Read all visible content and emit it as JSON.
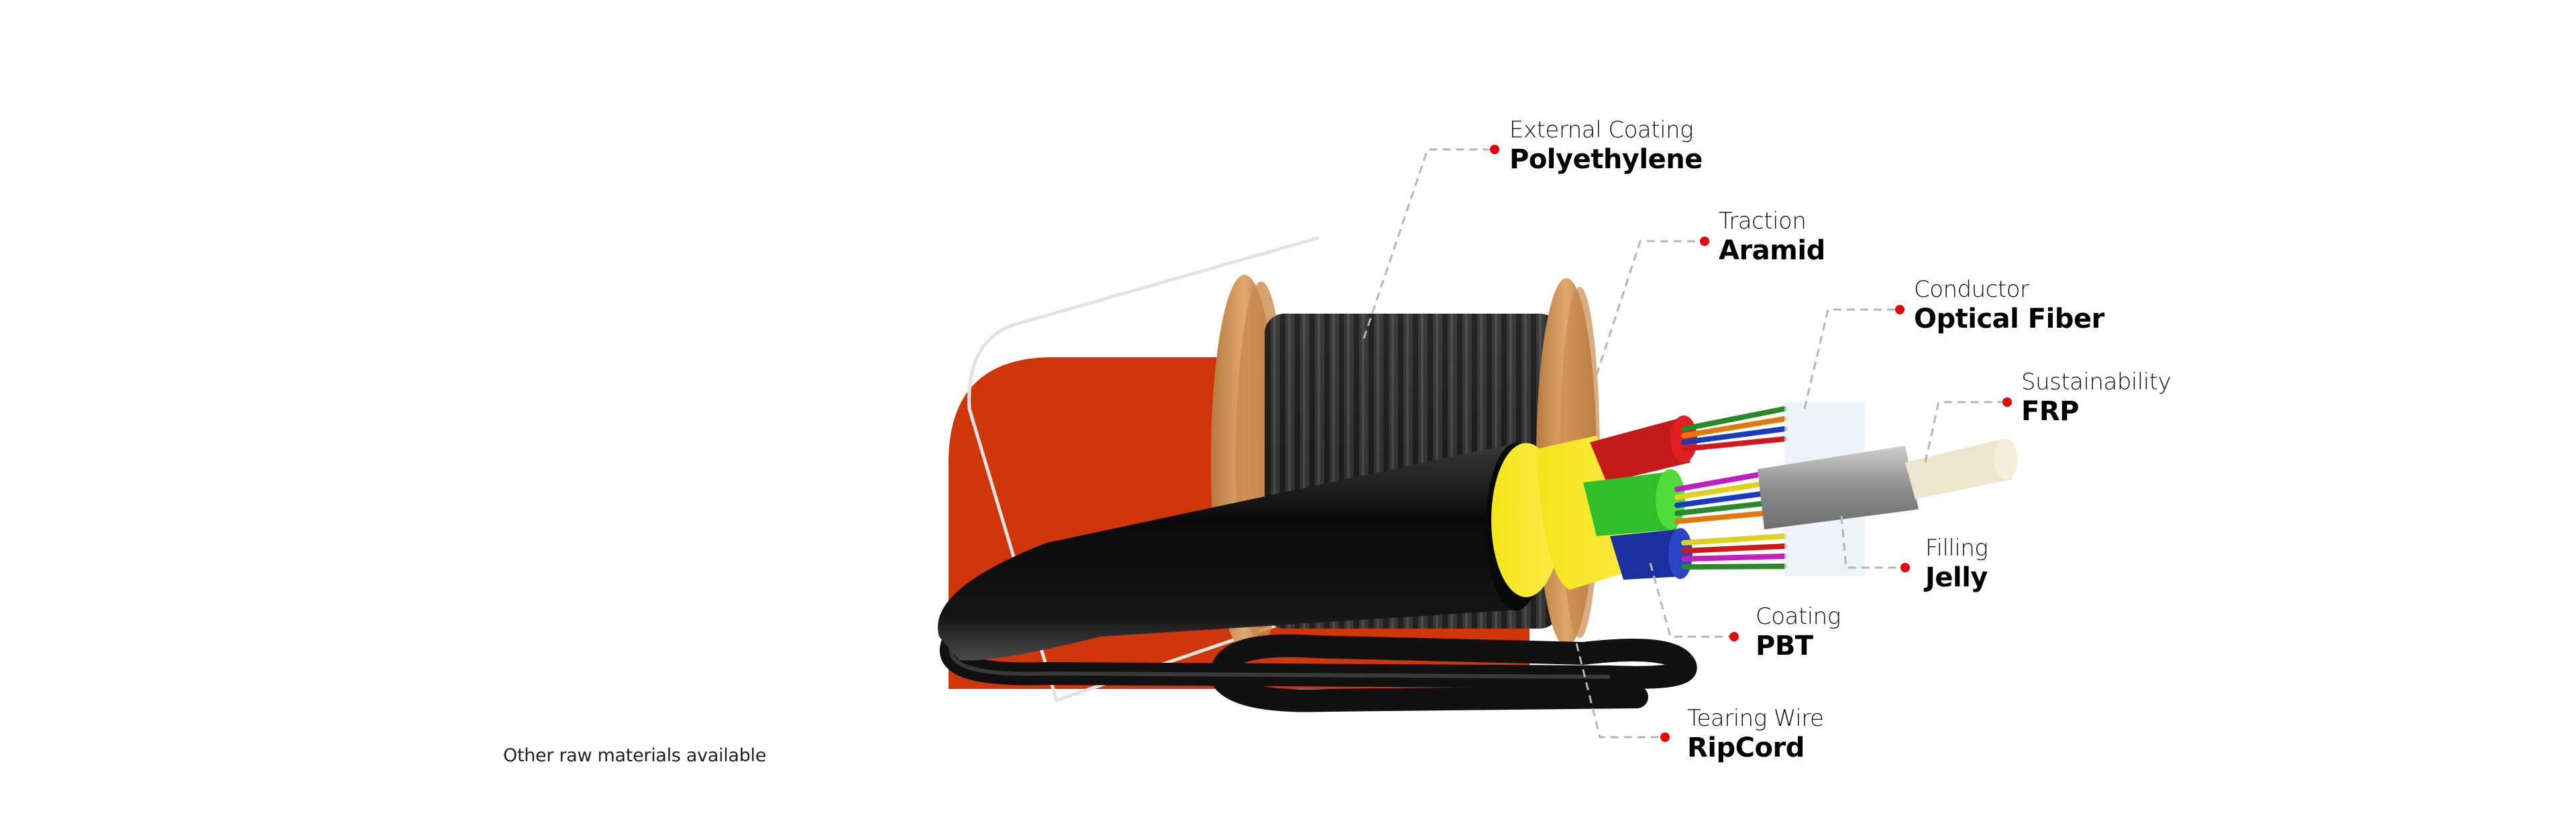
{
  "colors": {
    "accent_red": "#d1350c",
    "callout_dot": "#e8000b",
    "leader_line": "#b5b5b5",
    "outline_shape": "#e3e3e3",
    "text_primary": "#000000"
  },
  "illustration": {
    "subject": "fiber-optic-cable-on-wooden-spool",
    "cable_layers": [
      "black polyethylene jacket",
      "yellow aramid wrap",
      "red tube",
      "green tube",
      "blue tube",
      "grey FRP central member"
    ]
  },
  "callouts": [
    {
      "id": "external-coating",
      "category": "External Coating",
      "material": "Polyethylene"
    },
    {
      "id": "traction",
      "category": "Traction",
      "material": "Aramid"
    },
    {
      "id": "conductor",
      "category": "Conductor",
      "material": "Optical Fiber"
    },
    {
      "id": "sustainability",
      "category": "Sustainability",
      "material": "FRP"
    },
    {
      "id": "filling",
      "category": "Filling",
      "material": "Jelly"
    },
    {
      "id": "coating",
      "category": "Coating",
      "material": "PBT"
    },
    {
      "id": "tearing-wire",
      "category": "Tearing Wire",
      "material": "RipCord"
    }
  ],
  "footnote": "Other raw materials available"
}
